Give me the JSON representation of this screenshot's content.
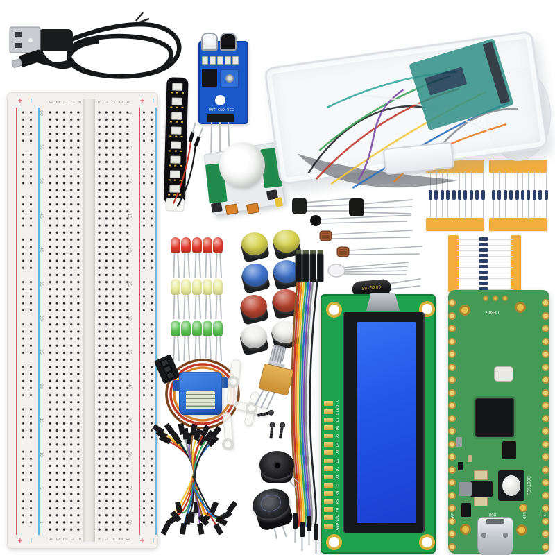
{
  "scene": {
    "description": "Flat-lay product photo of a Raspberry Pi Pico electronics starter kit on a white background",
    "background": "#ffffff"
  },
  "labels": {
    "ir_sensor_pins": "OUT GND VCC",
    "tilt_switch": "SW-520D",
    "lcd_pins_top_to_bottom": [
      "BLK",
      "BLA",
      "D7",
      "D6",
      "D5",
      "D4",
      "D3",
      "D2",
      "D1",
      "D0",
      "E",
      "RW",
      "RS",
      "V0",
      "VDD",
      "GND"
    ],
    "pico": {
      "debug": "DEBUG",
      "bootsel": "BOOTSEL",
      "usb": "USB",
      "led": "LED",
      "pin_39": "39",
      "pin_2": "2"
    }
  },
  "breadboard": {
    "plus": "+",
    "minus": "−",
    "letters_top": [
      "J",
      "I",
      "H",
      "G",
      "F",
      "E",
      "D",
      "C",
      "B",
      "A"
    ],
    "letters_bottom": [
      "A",
      "B",
      "C",
      "D",
      "E",
      "F",
      "G",
      "H",
      "I",
      "J"
    ],
    "numbers_left_top_to_bottom": [
      "60",
      "55",
      "50",
      "45",
      "40",
      "35",
      "30",
      "25",
      "20",
      "15",
      "10",
      "5",
      "1"
    ],
    "numbers_right_top_to_bottom": [
      "1",
      "5",
      "10",
      "15",
      "20",
      "25",
      "30",
      "35",
      "40",
      "45",
      "50",
      "55",
      "60"
    ],
    "colors": {
      "plus_rail": "#d4596a",
      "minus_rail": "#6fb6de",
      "body": "#f3f1ed",
      "dot": "#2b2b2b"
    }
  },
  "leds": {
    "per_row": 5,
    "rows": [
      {
        "color": "red",
        "hex": "#e23a2c"
      },
      {
        "color": "yellow",
        "hex": "#eef0a0"
      },
      {
        "color": "green",
        "hex": "#5ec455"
      }
    ]
  },
  "push_buttons": {
    "per_row": 2,
    "rows": [
      {
        "color": "yellow",
        "hex": "#d8d34f"
      },
      {
        "color": "blue",
        "hex": "#3f74cc"
      },
      {
        "color": "red",
        "hex": "#bc4632"
      },
      {
        "color": "white",
        "hex": "#f1f1ef"
      }
    ]
  },
  "resistor_strips": {
    "tape_hex": "#f2ae3c",
    "body_hex": "#2b3f66",
    "lead_hex": "#c3c7cb",
    "resistors_per_strip": 10,
    "strips": [
      "horizontal",
      "horizontal",
      "vertical"
    ]
  },
  "ribbon_cable": {
    "wire_colors": [
      "#8d5a2b",
      "#c0392b",
      "#e67e22",
      "#eec93e",
      "#3fa35a",
      "#2e6fbf",
      "#7d4fa6",
      "#8a8f94",
      "#f0f0ee",
      "#23262a"
    ]
  },
  "jumper_wires": {
    "wire_colors": [
      "#eec93e",
      "#e67e22",
      "#c0392b",
      "#3fa35a",
      "#2e6fbf",
      "#23262a",
      "#f0f0ee",
      "#8a8f94",
      "#7d4fa6",
      "#8d5a2b"
    ]
  },
  "box_wires": {
    "wire_colors": [
      "#23262a",
      "#c0392b",
      "#eec93e",
      "#2e6fbf",
      "#3fa35a",
      "#e67e22",
      "#3aa6a0",
      "#7d4fa6",
      "#8a8f94",
      "#f0f0ee"
    ]
  },
  "servo": {
    "wire_ring_colors": [
      "#7a431d",
      "#c23b27",
      "#d8812b"
    ],
    "body_hex": "#2e6fd6"
  }
}
